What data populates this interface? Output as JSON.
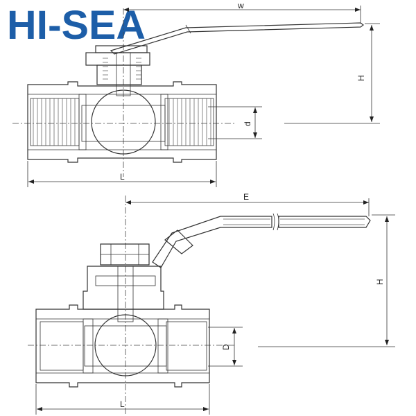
{
  "brand": {
    "logo_text": "HI-SEA",
    "colors": {
      "logo_blue": "#1d5ea8",
      "line": "#333333"
    }
  },
  "top_view": {
    "dimensions": {
      "width": "w",
      "height": "H",
      "bore": "d",
      "length": "L"
    }
  },
  "bottom_view": {
    "dimensions": {
      "extent": "E",
      "height": "H",
      "bore": "D",
      "length": "L"
    }
  }
}
